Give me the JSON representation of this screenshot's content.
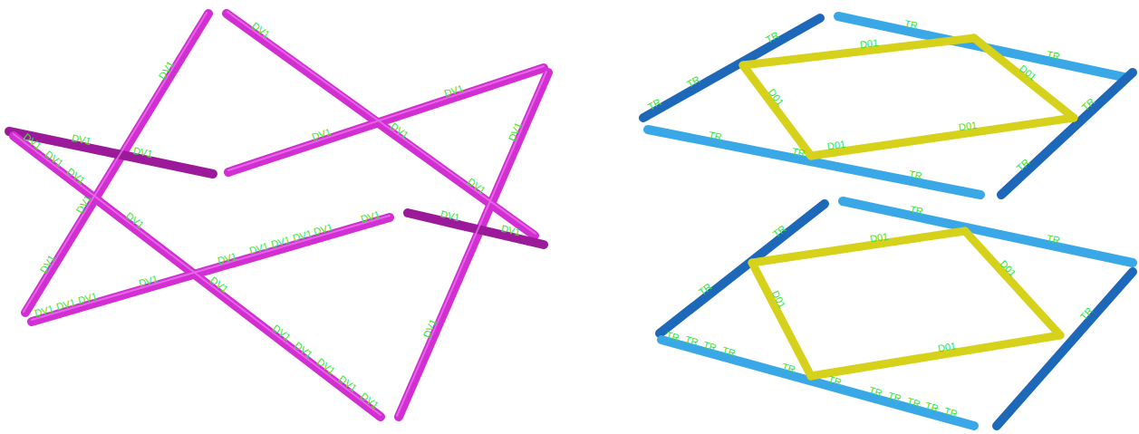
{
  "diagram": {
    "labels": [
      "DV1",
      "DV1",
      "DV1",
      "DV1",
      "DV1",
      "DV1",
      "DV1",
      "DV1",
      "DV1",
      "DV1",
      "DV1",
      "DV1",
      "DV1",
      "DV1",
      "DV1",
      "DV1",
      "DV1",
      "DV1",
      "DV1",
      "DV1",
      "DV1",
      "DV1",
      "DV1",
      "DV1",
      "DV1",
      "DV1",
      "DV1",
      "DV1",
      "DV1",
      "DV1",
      "DV1",
      "DV1",
      "DV1",
      "DV1",
      "TR",
      "TR",
      "TR",
      "TR",
      "TR",
      "TR",
      "TR",
      "TR",
      "TR",
      "TR",
      "D01",
      "D01",
      "D01",
      "D01",
      "D01",
      "TR",
      "TR",
      "TR",
      "TR",
      "TR",
      "TR",
      "TR",
      "TR",
      "TR",
      "TR",
      "TR",
      "TR",
      "TR",
      "TR",
      "TR",
      "TR",
      "D01",
      "D01",
      "D01",
      "D01"
    ]
  }
}
